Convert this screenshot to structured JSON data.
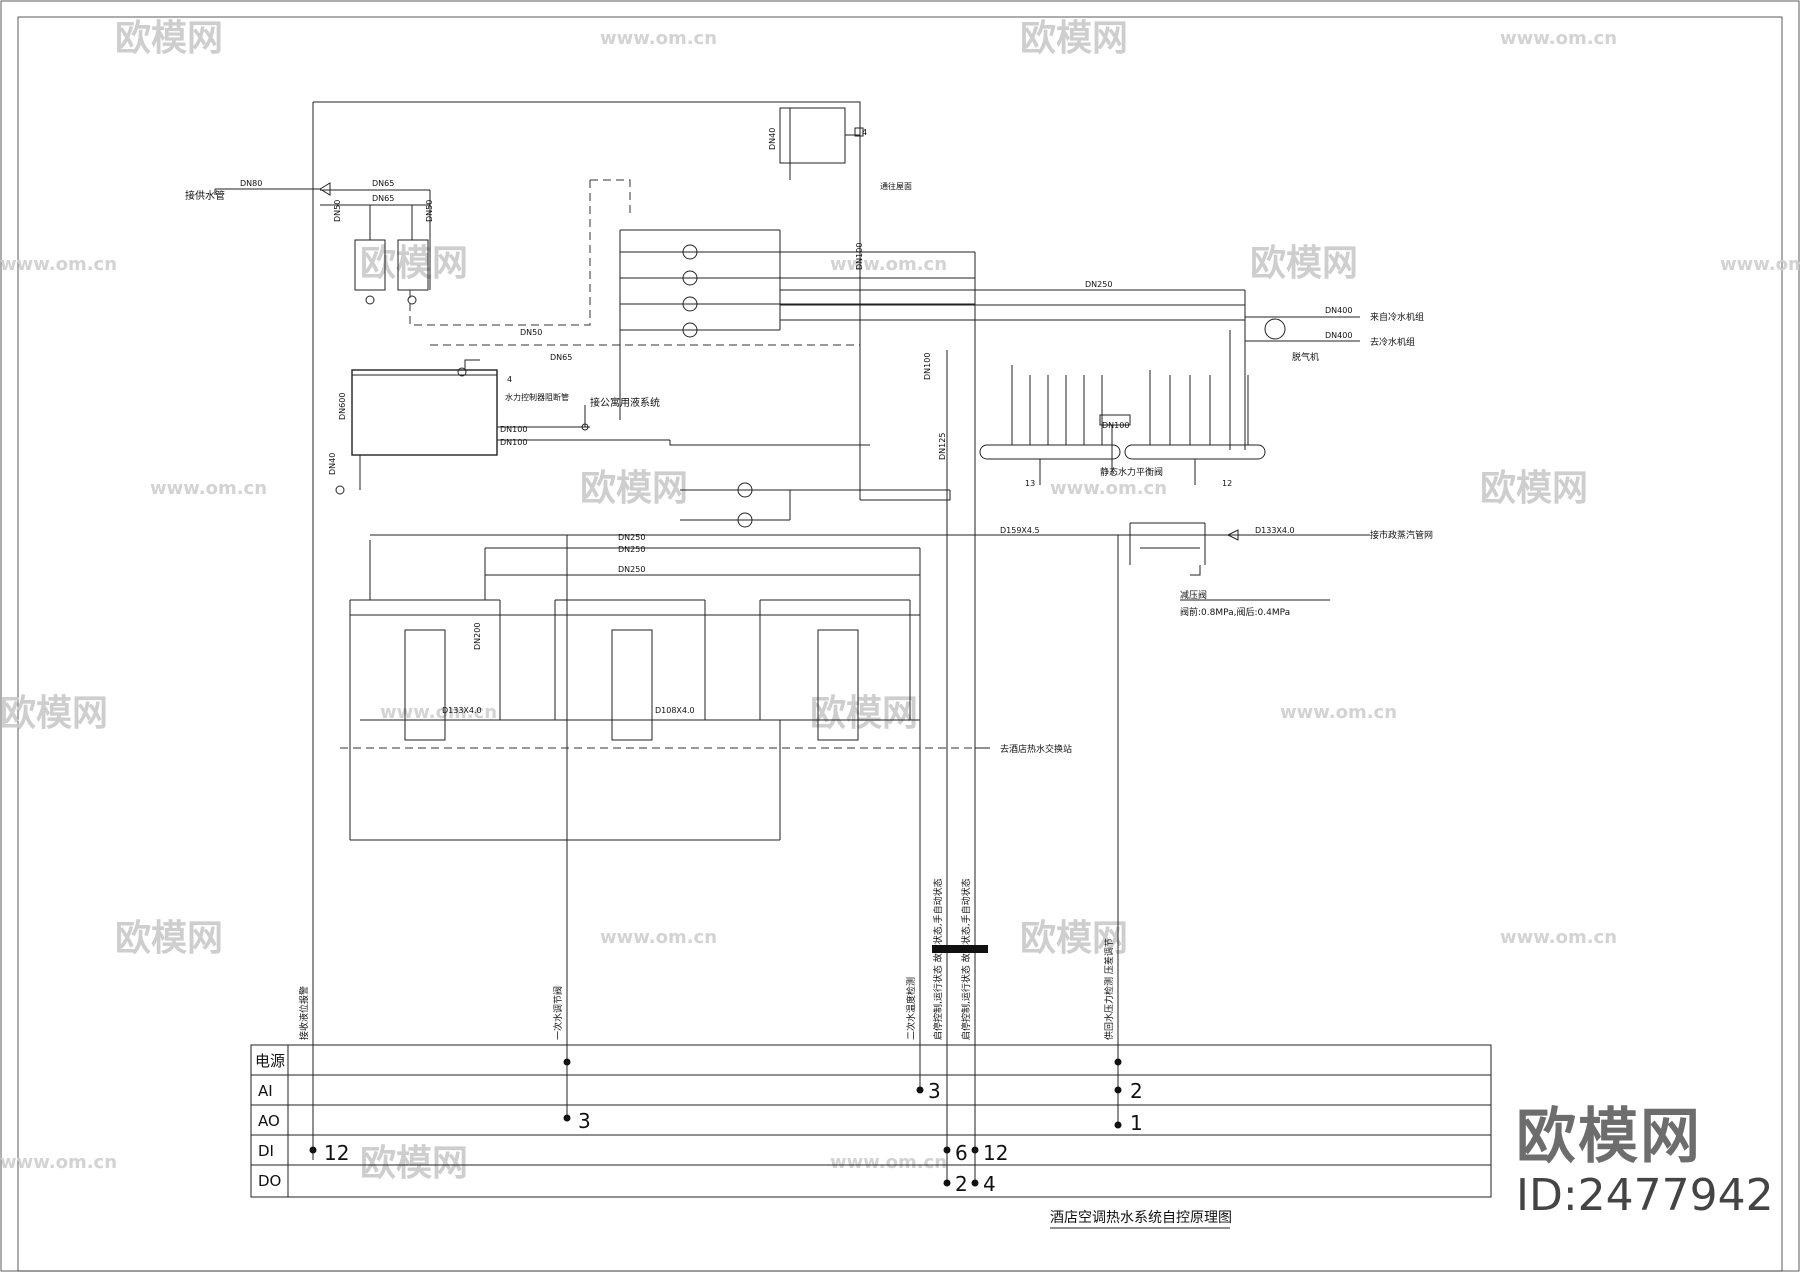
{
  "title": "酒店空调热水系统自控原理图",
  "brand": {
    "logo_text": "欧模网",
    "id_text": "ID:2477942"
  },
  "watermark": {
    "logo": "欧模网",
    "url": "www.om.cn"
  },
  "control_table": {
    "rows": [
      "电源",
      "AI",
      "AO",
      "DI",
      "DO"
    ]
  },
  "signal_labels": [
    {
      "text": "接收液位报警"
    },
    {
      "text": "一次水调节阀"
    },
    {
      "text": "二次水温度检测"
    },
    {
      "text": "启停控制,运行状态 故障状态,手自动状态"
    },
    {
      "text": "启停控制,运行状态 故障状态,手自动状态"
    },
    {
      "text": "供回水压力检测 压差调节"
    }
  ],
  "counts": [
    {
      "text": "12"
    },
    {
      "text": "3"
    },
    {
      "text": "3"
    },
    {
      "text": "6"
    },
    {
      "text": "2"
    },
    {
      "text": "12"
    },
    {
      "text": "4"
    },
    {
      "text": "2"
    },
    {
      "text": "1"
    }
  ],
  "labels": {
    "water_supply": "接供水管",
    "dn80": "DN80",
    "dn65_a": "DN65",
    "dn65_b": "DN65",
    "dn50_a": "DN50",
    "dn50_b": "DN50",
    "dn50_c": "DN50",
    "dn65_c": "DN65",
    "dn100_v": "DN100",
    "dn40_top": "DN40",
    "drain": "通往屋面",
    "dn100_tank": "DN100",
    "dn100_r": "DN100",
    "dn100_r2": "DN100",
    "dn40_tank": "DN40",
    "dn600": "DN600",
    "water_treat": "水力控制器阻断管",
    "chem": "接公寓用液系统",
    "dn250_top": "DN250",
    "from_chiller": "来自冷水机组",
    "to_chiller": "去冷水机组",
    "dn400_a": "DN400",
    "dn400_b": "DN400",
    "deaerator": "脱气机",
    "balance_valve": "静态水力平衡阀",
    "dn100_b": "DN100",
    "dn125": "DN125",
    "dn250_mid_a": "DN250",
    "dn250_mid_b": "DN250",
    "dn250_mid_c": "DN250",
    "d159": "D159X4.5",
    "d133_steam": "D133X4.0",
    "to_steam": "接市政蒸汽管网",
    "prv": "减压阀",
    "prv_spec": "阀前:0.8MPa,阀后:0.4MPa",
    "to_hx": "去酒店热水交换站",
    "dn200": "DN200",
    "d133": "D133X4.0",
    "d108": "D108X4.0",
    "box4a": "4",
    "box4b": "4",
    "box12": "12",
    "box13": "13"
  },
  "icons": [
    "pump-icon",
    "valve-icon",
    "gauge-icon",
    "heat-exchanger-icon",
    "tank-icon",
    "deaerator-icon"
  ]
}
